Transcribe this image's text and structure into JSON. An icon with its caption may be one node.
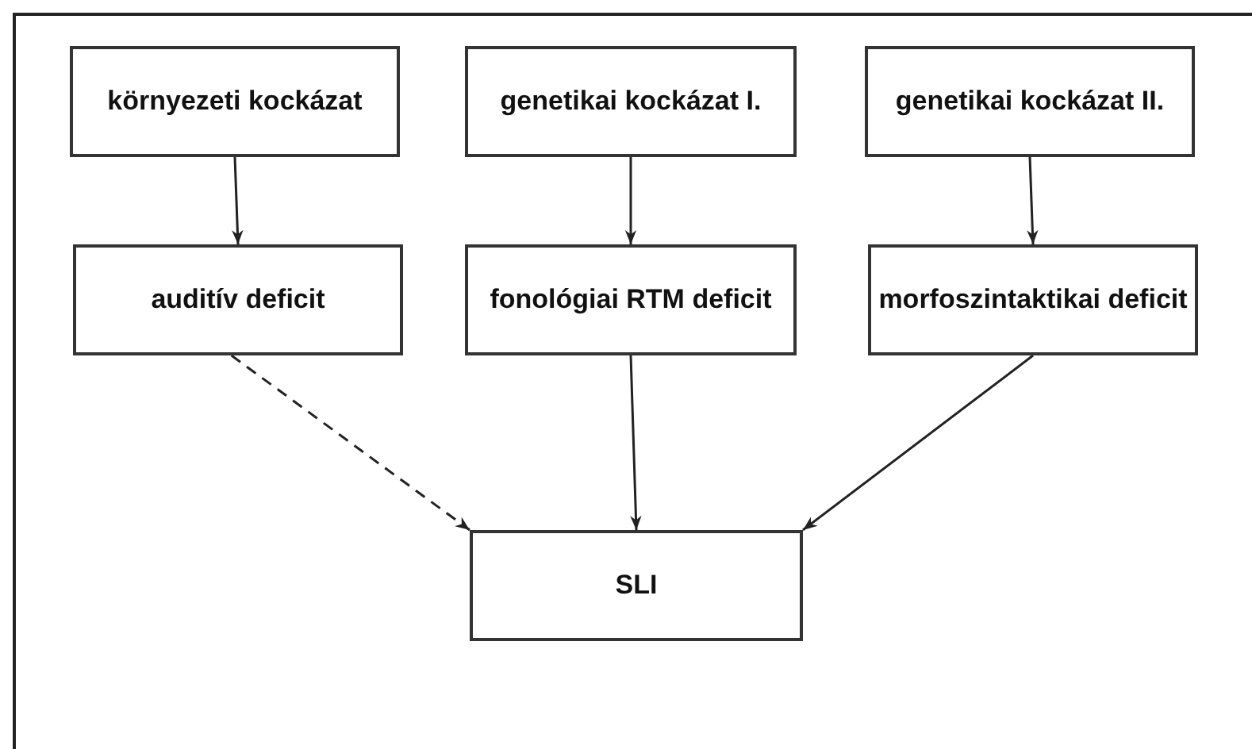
{
  "diagram": {
    "nodes": [
      {
        "text": [
          "környezeti kockázat"
        ]
      },
      {
        "text": [
          "genetikai kockázat I."
        ]
      },
      {
        "text": [
          "genetikai kockázat II."
        ]
      },
      {
        "text": [
          "auditív deficit"
        ]
      },
      {
        "text": [
          "fonológiai RTM deficit"
        ]
      },
      {
        "text": [
          "morfoszintaktikai deficit"
        ]
      },
      {
        "text": [
          "SLI"
        ]
      }
    ],
    "edges": [
      {
        "from": 0,
        "to": 3,
        "arrow": "to"
      },
      {
        "from": 1,
        "to": 4,
        "arrow": "to"
      },
      {
        "from": 2,
        "to": 5,
        "arrow": "to"
      },
      {
        "from": 3,
        "to": 6,
        "arrow": "to",
        "style": "dashed"
      },
      {
        "from": 4,
        "to": 6,
        "arrow": "to"
      },
      {
        "from": 5,
        "to": 6,
        "arrow": "to"
      }
    ]
  }
}
